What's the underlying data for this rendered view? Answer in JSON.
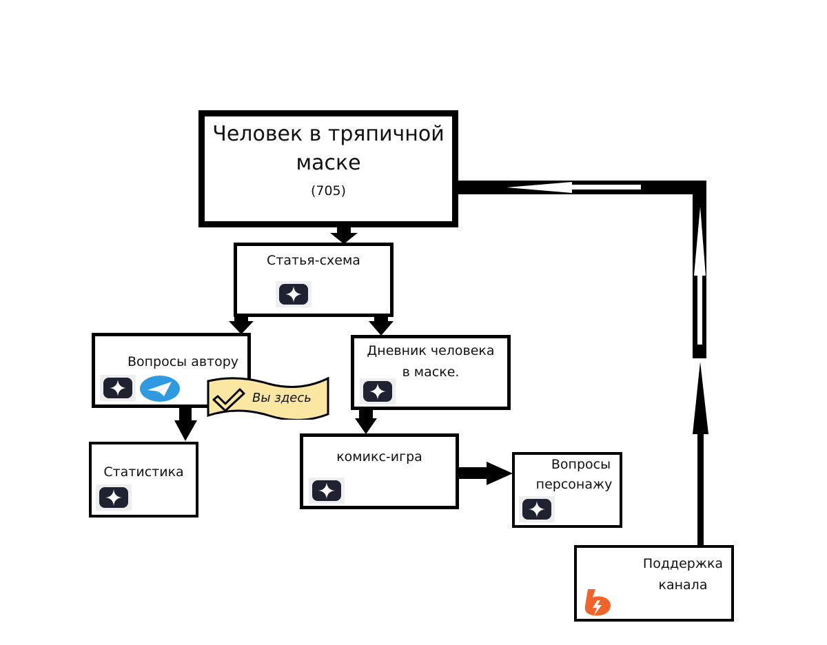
{
  "diagram": {
    "nodes": {
      "main": {
        "title_line1": "Человек в тряпичной",
        "title_line2": "маске",
        "count": "(705)"
      },
      "article": {
        "label": "Статья-схема",
        "icons": [
          "zen-icon"
        ]
      },
      "questions_author": {
        "label": "Вопросы автору",
        "icons": [
          "zen-icon",
          "telegram-icon"
        ]
      },
      "diary": {
        "label_line1": "Дневник человека",
        "label_line2": "в маске.",
        "icons": [
          "zen-icon"
        ]
      },
      "statistics": {
        "label": "Статистика",
        "icons": [
          "zen-icon"
        ]
      },
      "comic_game": {
        "label": "комикс-игра",
        "icons": [
          "zen-icon"
        ]
      },
      "questions_character": {
        "label_line1": "Вопросы",
        "label_line2": "персонажу",
        "icons": [
          "zen-icon"
        ]
      },
      "support": {
        "label_line1": "Поддержка",
        "label_line2": "канала",
        "icons": [
          "boosty-icon"
        ]
      }
    },
    "you_are_here": {
      "label": "Вы здесь",
      "icon": "checkmark-icon",
      "attached_to": "questions_author"
    },
    "edges": [
      {
        "from": "main",
        "to": "article"
      },
      {
        "from": "article",
        "to": "questions_author"
      },
      {
        "from": "article",
        "to": "diary"
      },
      {
        "from": "questions_author",
        "to": "statistics"
      },
      {
        "from": "diary",
        "to": "comic_game"
      },
      {
        "from": "comic_game",
        "to": "questions_character"
      },
      {
        "from": "support",
        "to": "main"
      }
    ],
    "colors": {
      "border": "#000000",
      "banner_fill": "#fbe6a2",
      "zen_icon_bg": "#1f2230",
      "telegram_blue": "#2f9ae0",
      "boosty_orange": "#f0642a"
    }
  }
}
